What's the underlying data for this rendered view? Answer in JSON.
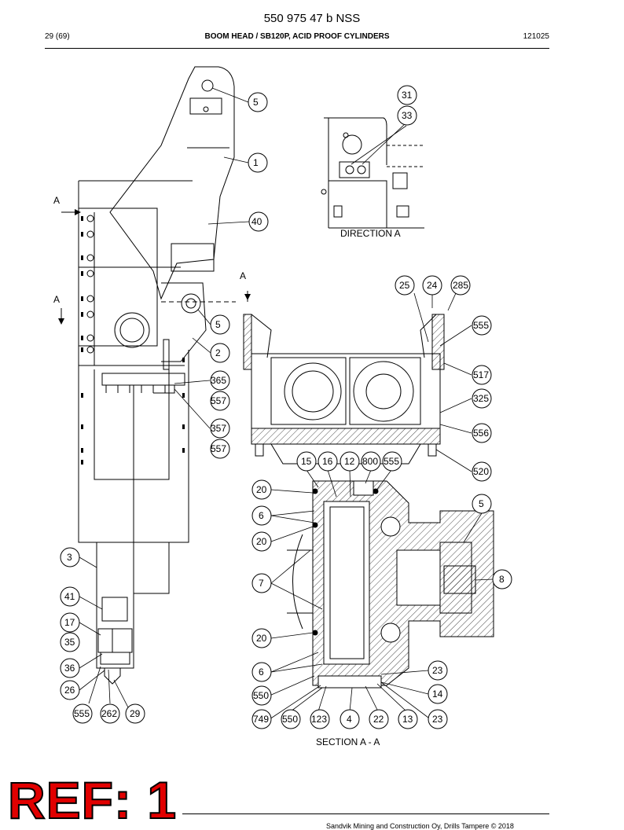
{
  "header": {
    "document_number": "550 975 47 b NSS",
    "page": "29 (69)",
    "title": "BOOM HEAD / SB120P, ACID PROOF CYLINDERS",
    "date": "121025"
  },
  "views": {
    "direction_label": "DIRECTION A",
    "section_label": "SECTION A - A",
    "section_marks": [
      "A",
      "A",
      "A"
    ]
  },
  "callouts": {
    "main": [
      "5",
      "1",
      "40",
      "5",
      "2",
      "365",
      "557",
      "357",
      "557",
      "3",
      "41",
      "17",
      "35",
      "36",
      "26",
      "555",
      "262",
      "29"
    ],
    "direction": [
      "31",
      "33"
    ],
    "top_section": [
      "25",
      "24",
      "285",
      "555",
      "517",
      "325",
      "556",
      "520"
    ],
    "section": [
      "15",
      "16",
      "12",
      "800",
      "555",
      "20",
      "6",
      "20",
      "5",
      "7",
      "8",
      "20",
      "6",
      "23",
      "550",
      "14",
      "749",
      "550",
      "123",
      "4",
      "22",
      "13",
      "23"
    ]
  },
  "stamp": "REF: 1",
  "footer": {
    "copyright": "Sandvik Mining and Construction Oy, Drills Tampere © 2018"
  }
}
